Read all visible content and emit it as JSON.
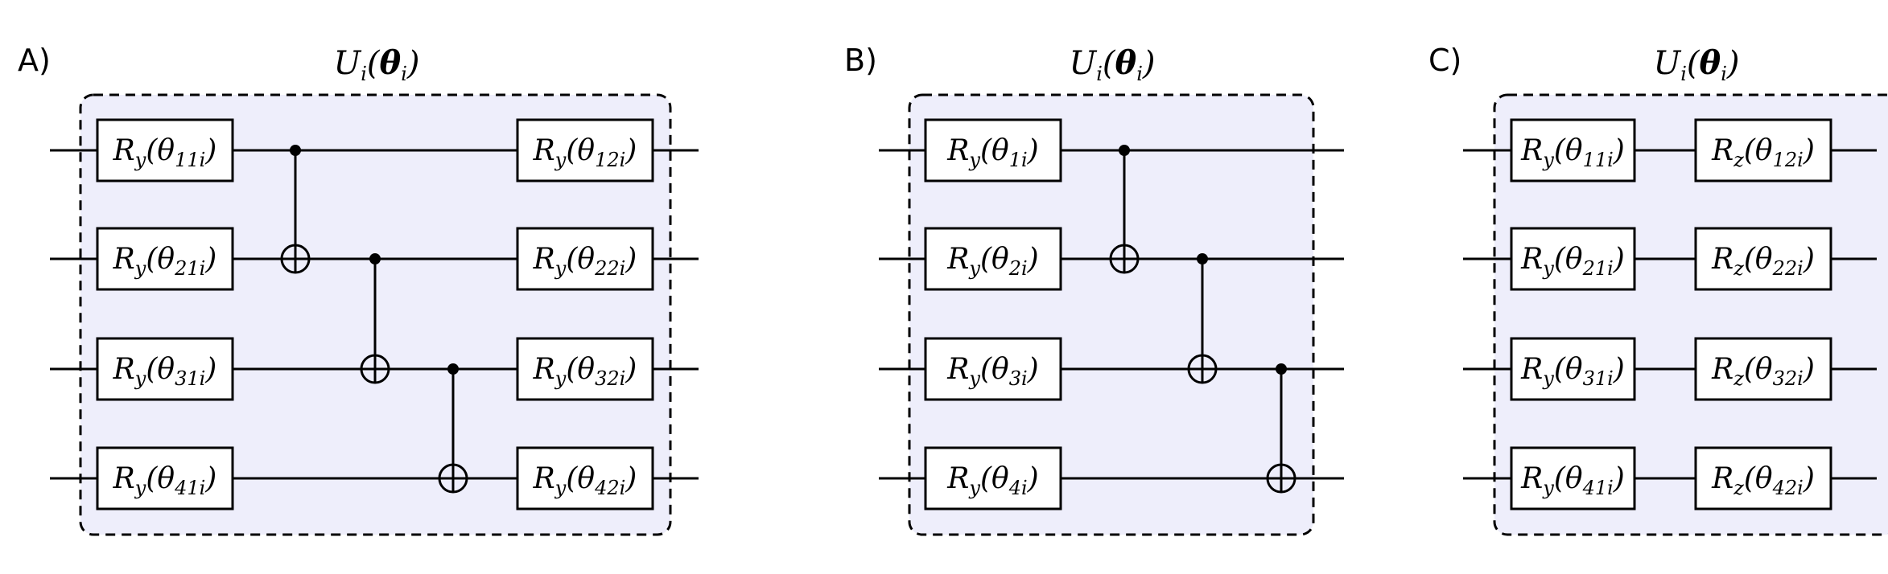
{
  "figure": {
    "panels": [
      {
        "label": "A)",
        "unitary": {
          "base": "U",
          "sub": "i",
          "arg": "θ",
          "argsub": "i"
        },
        "gates_left": [
          {
            "op": "R",
            "opsub": "y",
            "param": "θ",
            "psub": "11i"
          },
          {
            "op": "R",
            "opsub": "y",
            "param": "θ",
            "psub": "21i"
          },
          {
            "op": "R",
            "opsub": "y",
            "param": "θ",
            "psub": "31i"
          },
          {
            "op": "R",
            "opsub": "y",
            "param": "θ",
            "psub": "41i"
          }
        ],
        "gates_right": [
          {
            "op": "R",
            "opsub": "y",
            "param": "θ",
            "psub": "12i"
          },
          {
            "op": "R",
            "opsub": "y",
            "param": "θ",
            "psub": "22i"
          },
          {
            "op": "R",
            "opsub": "y",
            "param": "θ",
            "psub": "32i"
          },
          {
            "op": "R",
            "opsub": "y",
            "param": "θ",
            "psub": "42i"
          }
        ],
        "cnots": [
          {
            "control": 1,
            "target": 2
          },
          {
            "control": 2,
            "target": 3
          },
          {
            "control": 3,
            "target": 4
          }
        ]
      },
      {
        "label": "B)",
        "unitary": {
          "base": "U",
          "sub": "i",
          "arg": "θ",
          "argsub": "i"
        },
        "gates_left": [
          {
            "op": "R",
            "opsub": "y",
            "param": "θ",
            "psub": "1i"
          },
          {
            "op": "R",
            "opsub": "y",
            "param": "θ",
            "psub": "2i"
          },
          {
            "op": "R",
            "opsub": "y",
            "param": "θ",
            "psub": "3i"
          },
          {
            "op": "R",
            "opsub": "y",
            "param": "θ",
            "psub": "4i"
          }
        ],
        "gates_right": [],
        "cnots": [
          {
            "control": 1,
            "target": 2
          },
          {
            "control": 2,
            "target": 3
          },
          {
            "control": 3,
            "target": 4
          }
        ]
      },
      {
        "label": "C)",
        "unitary": {
          "base": "U",
          "sub": "i",
          "arg": "θ",
          "argsub": "i"
        },
        "gates_left": [
          {
            "op": "R",
            "opsub": "y",
            "param": "θ",
            "psub": "11i"
          },
          {
            "op": "R",
            "opsub": "y",
            "param": "θ",
            "psub": "21i"
          },
          {
            "op": "R",
            "opsub": "y",
            "param": "θ",
            "psub": "31i"
          },
          {
            "op": "R",
            "opsub": "y",
            "param": "θ",
            "psub": "41i"
          }
        ],
        "gates_right": [
          {
            "op": "R",
            "opsub": "z",
            "param": "θ",
            "psub": "12i"
          },
          {
            "op": "R",
            "opsub": "z",
            "param": "θ",
            "psub": "22i"
          },
          {
            "op": "R",
            "opsub": "z",
            "param": "θ",
            "psub": "32i"
          },
          {
            "op": "R",
            "opsub": "z",
            "param": "θ",
            "psub": "42i"
          }
        ],
        "cnots": []
      }
    ],
    "colors": {
      "block_fill": "#eeeefb",
      "line": "#000000"
    }
  }
}
